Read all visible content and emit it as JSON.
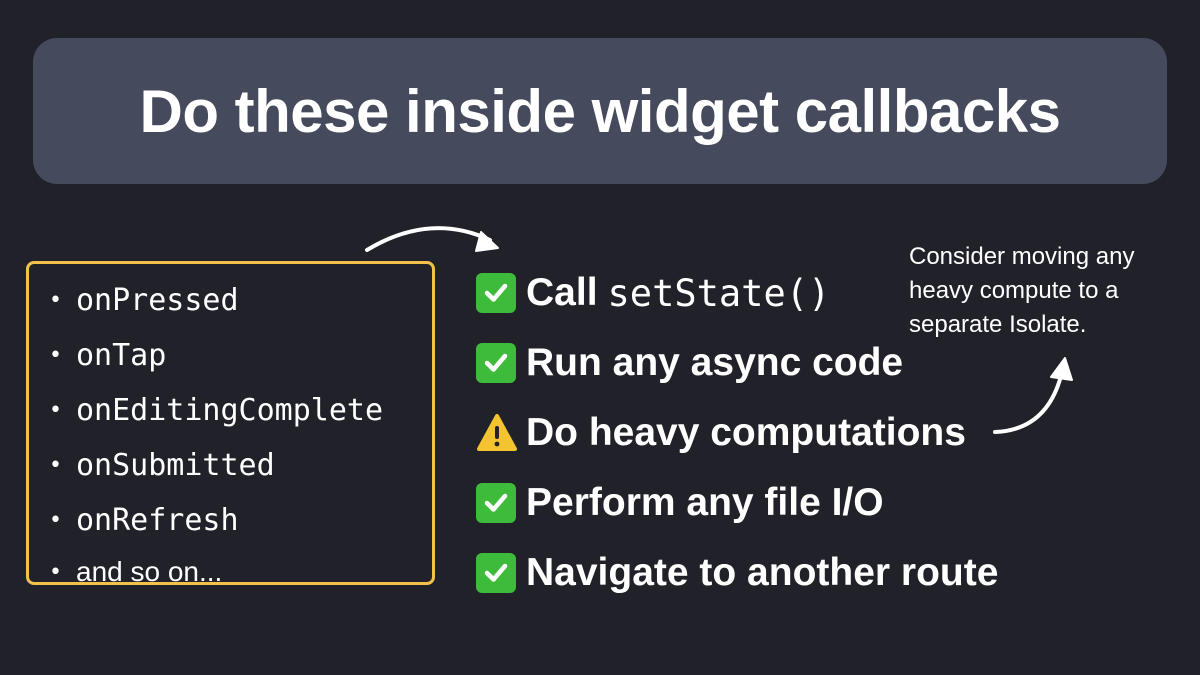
{
  "title": "Do these inside widget callbacks",
  "callbacks": {
    "bullet": "•",
    "items": [
      {
        "label": "onPressed"
      },
      {
        "label": "onTap"
      },
      {
        "label": "onEditingComplete"
      },
      {
        "label": "onSubmitted"
      },
      {
        "label": "onRefresh"
      }
    ],
    "more_label": "and so on..."
  },
  "actions": [
    {
      "icon": "check-icon",
      "text": "Call",
      "code": "setState()"
    },
    {
      "icon": "check-icon",
      "text": "Run any async code"
    },
    {
      "icon": "warning-icon",
      "text": "Do heavy computations"
    },
    {
      "icon": "check-icon",
      "text": "Perform any file I/O"
    },
    {
      "icon": "check-icon",
      "text": "Navigate to another route"
    }
  ],
  "note": "Consider moving any heavy compute to a separate Isolate.",
  "colors": {
    "background": "#212129",
    "banner": "#464a5d",
    "box_border": "#f2c14a",
    "check": "#3fbb3c",
    "warning": "#f4c430"
  }
}
